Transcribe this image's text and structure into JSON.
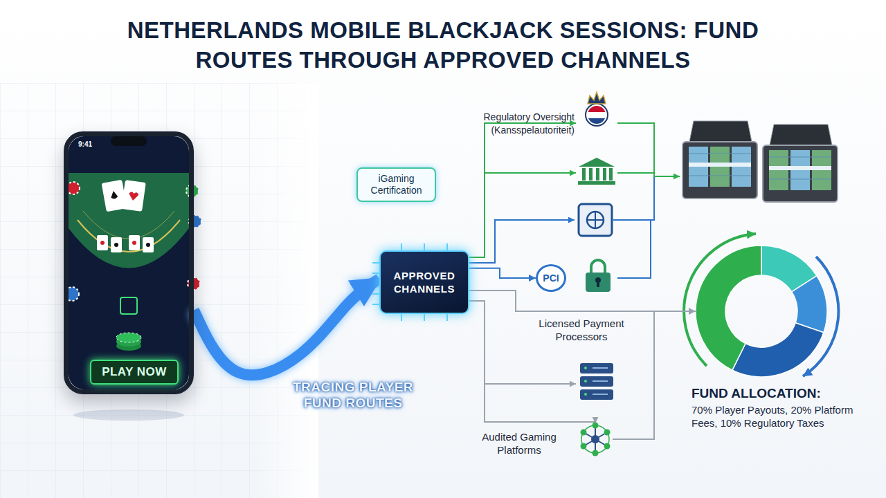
{
  "diagram": {
    "title": "NETHERLANDS MOBILE BLACKJACK SESSIONS: FUND ROUTES THROUGH APPROVED CHANNELS",
    "nodes": [
      {
        "text": [
          "9:41"
        ]
      },
      {
        "text": [
          "PLAY NOW"
        ],
        "in": 0
      },
      {
        "text": [
          "iGaming Certification"
        ]
      },
      {
        "text": [
          "APPROVED CHANNELS"
        ]
      },
      {
        "text": [
          "PCI"
        ]
      },
      {
        "text": [
          "FUND ALLOCATION:",
          "70% Player Payouts, 20% Platform Fees, 10% Regulatory Taxes"
        ]
      }
    ],
    "edges": [
      {
        "from": 0,
        "to": 3,
        "arrow": "to",
        "label": "TRACING PLAYER FUND ROUTES"
      },
      {
        "from": 3,
        "to": 4,
        "arrow": "to"
      },
      {
        "from": 3,
        "to": 5,
        "arrow": "to"
      }
    ],
    "labels": [
      "Regulatory Oversight (Kansspelautoriteit)",
      "Licensed Payment Processors",
      "Audited Gaming Platforms"
    ]
  }
}
